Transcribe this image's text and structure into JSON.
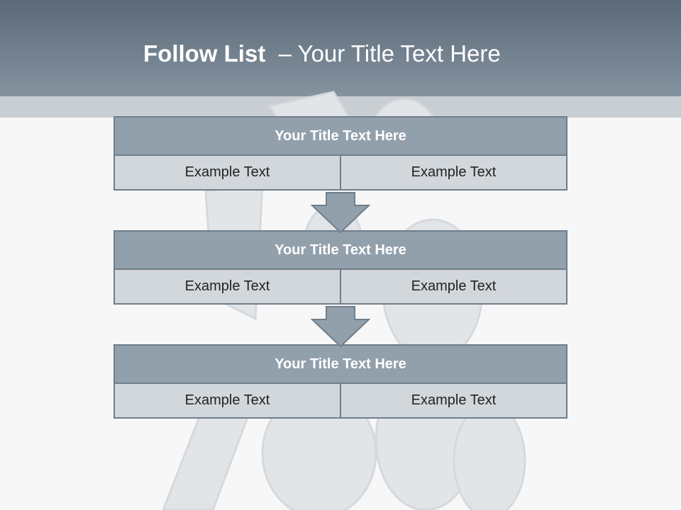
{
  "title": {
    "bold": "Follow List",
    "rest": "– Your Title Text Here"
  },
  "blocks": [
    {
      "title": "Your Title Text Here",
      "left": "Example Text",
      "right": "Example Text"
    },
    {
      "title": "Your Title Text Here",
      "left": "Example Text",
      "right": "Example Text"
    },
    {
      "title": "Your Title Text Here",
      "left": "Example Text",
      "right": "Example Text"
    }
  ],
  "colors": {
    "header": "#6f7e8b",
    "box_fill": "#92a0ac",
    "cell_fill": "#d2d7dc",
    "border": "#6f7e8b"
  },
  "background_image": "3d-numbers-icon"
}
